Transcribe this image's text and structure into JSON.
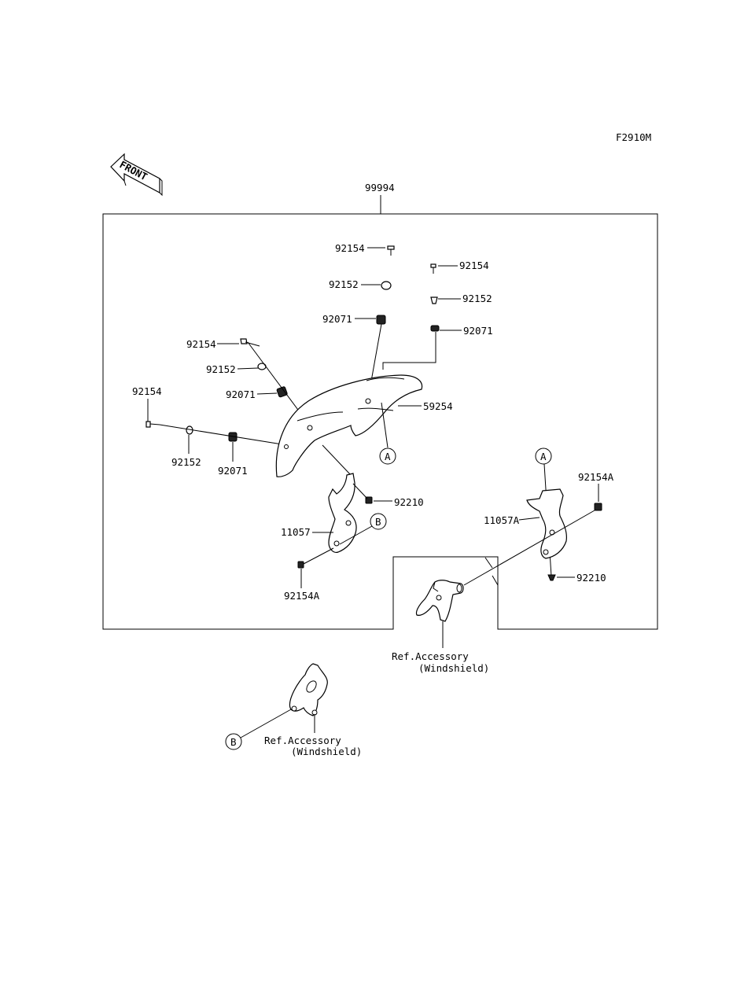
{
  "figure_code": "F2910M",
  "front_label": "FRONT",
  "kit_number": "99994",
  "parts": {
    "p92154_top": "92154",
    "p92152_top": "92152",
    "p92071_top": "92071",
    "p92154_right": "92154",
    "p92152_right": "92152",
    "p92071_right": "92071",
    "p92154_midleft": "92154",
    "p92152_midleft": "92152",
    "p92071_midleft": "92071",
    "p92154_left": "92154",
    "p92152_left": "92152",
    "p92071_left": "92071",
    "p59254": "59254",
    "p92210_left": "92210",
    "p11057": "11057",
    "p92154A_left": "92154A",
    "p92154A_right": "92154A",
    "p11057A": "11057A",
    "p92210_right": "92210"
  },
  "refs": {
    "A1": "A",
    "A2": "A",
    "B1": "B",
    "B2": "B"
  },
  "accessory_1": {
    "line1": "Ref.Accessory",
    "line2": "(Windshield)"
  },
  "accessory_2": {
    "line1": "Ref.Accessory",
    "line2": "(Windshield)"
  }
}
